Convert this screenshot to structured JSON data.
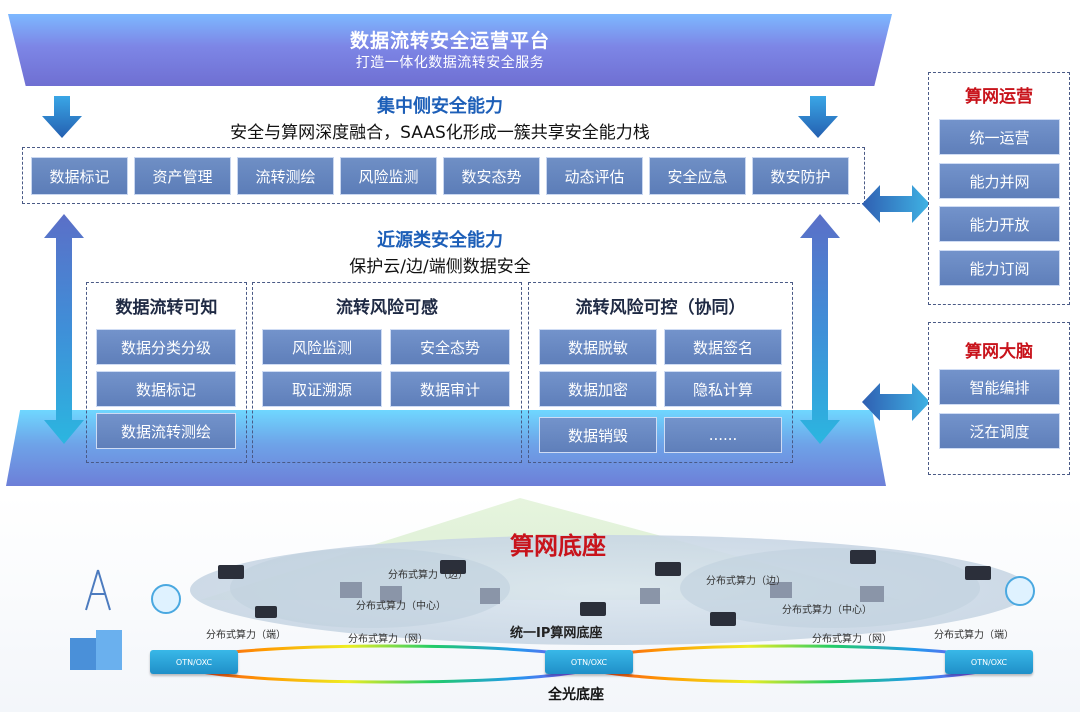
{
  "platform": {
    "title": "数据流转安全运营平台",
    "subtitle": "打造一体化数据流转安全服务"
  },
  "centralized": {
    "title": "集中侧安全能力",
    "subtitle": "安全与算网深度融合，SAAS化形成一簇共享安全能力栈",
    "capabilities": [
      "数据标记",
      "资产管理",
      "流转测绘",
      "风险监测",
      "数安态势",
      "动态评估",
      "安全应急",
      "数安防护"
    ]
  },
  "proximal": {
    "title": "近源类安全能力",
    "subtitle": "保护云/边/端侧数据安全",
    "groups": [
      {
        "title": "数据流转可知",
        "items": [
          "数据分类分级",
          "数据标记",
          "数据流转测绘"
        ]
      },
      {
        "title": "流转风险可感",
        "items": [
          "风险监测",
          "安全态势",
          "取证溯源",
          "数据审计"
        ]
      },
      {
        "title": "流转风险可控（协同）",
        "items": [
          "数据脱敏",
          "数据签名",
          "数据加密",
          "隐私计算",
          "数据销毁",
          "......"
        ]
      }
    ]
  },
  "right_panels": {
    "ops": {
      "title": "算网运营",
      "items": [
        "统一运营",
        "能力并网",
        "能力开放",
        "能力订阅"
      ]
    },
    "brain": {
      "title": "算网大脑",
      "items": [
        "智能编排",
        "泛在调度"
      ]
    }
  },
  "network": {
    "title": "算网底座",
    "ip_base": "统一IP算网底座",
    "optical_base": "全光底座",
    "labels": {
      "edge_left": "分布式算力（边）",
      "center_left": "分布式算力（中心）",
      "edge_right": "分布式算力（边）",
      "center_right": "分布式算力（中心）",
      "end_left": "分布式算力（端）",
      "net_left": "分布式算力（网）",
      "net_right": "分布式算力（网）",
      "end_right": "分布式算力（端）"
    },
    "otn_label": "OTN/OXC"
  },
  "colors": {
    "accent_blue": "#1d5fb8",
    "accent_red": "#c8131b",
    "box_blue": "#6584bd",
    "arrow_blue": "#2f6fb8"
  }
}
